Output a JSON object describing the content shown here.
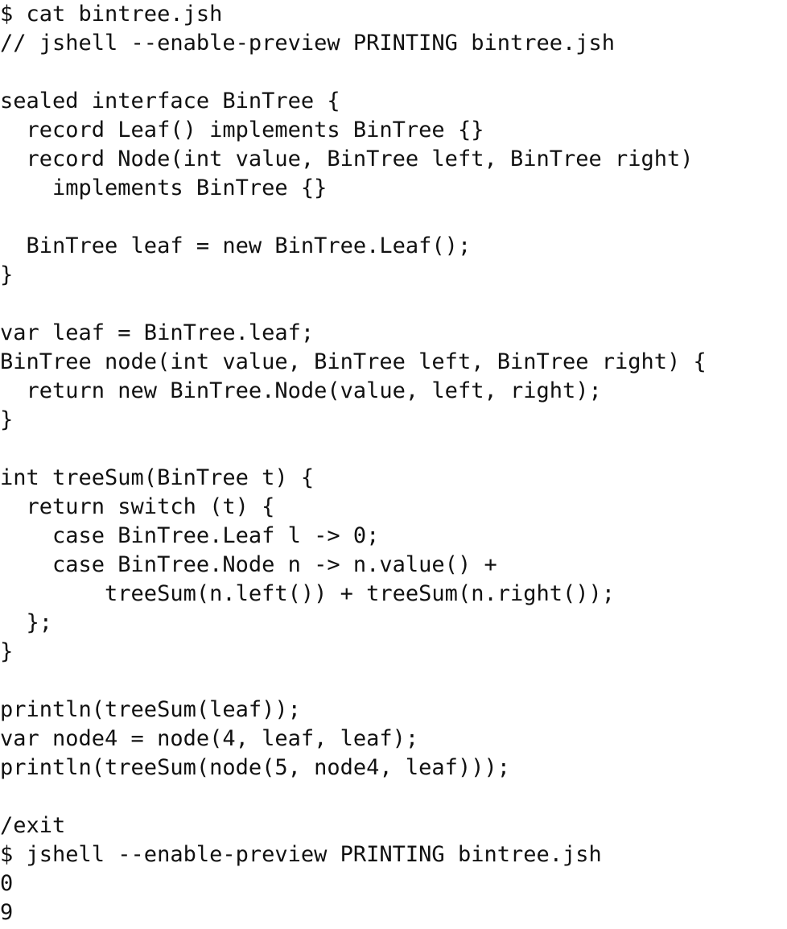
{
  "terminal": {
    "lines": [
      "$ cat bintree.jsh",
      "// jshell --enable-preview PRINTING bintree.jsh",
      "",
      "sealed interface BinTree {",
      "  record Leaf() implements BinTree {}",
      "  record Node(int value, BinTree left, BinTree right)",
      "    implements BinTree {}",
      "",
      "  BinTree leaf = new BinTree.Leaf();",
      "}",
      "",
      "var leaf = BinTree.leaf;",
      "BinTree node(int value, BinTree left, BinTree right) {",
      "  return new BinTree.Node(value, left, right);",
      "}",
      "",
      "int treeSum(BinTree t) {",
      "  return switch (t) {",
      "    case BinTree.Leaf l -> 0;",
      "    case BinTree.Node n -> n.value() +",
      "        treeSum(n.left()) + treeSum(n.right());",
      "  };",
      "}",
      "",
      "println(treeSum(leaf));",
      "var node4 = node(4, leaf, leaf);",
      "println(treeSum(node(5, node4, leaf)));",
      "",
      "/exit",
      "$ jshell --enable-preview PRINTING bintree.jsh",
      "0",
      "9"
    ]
  }
}
